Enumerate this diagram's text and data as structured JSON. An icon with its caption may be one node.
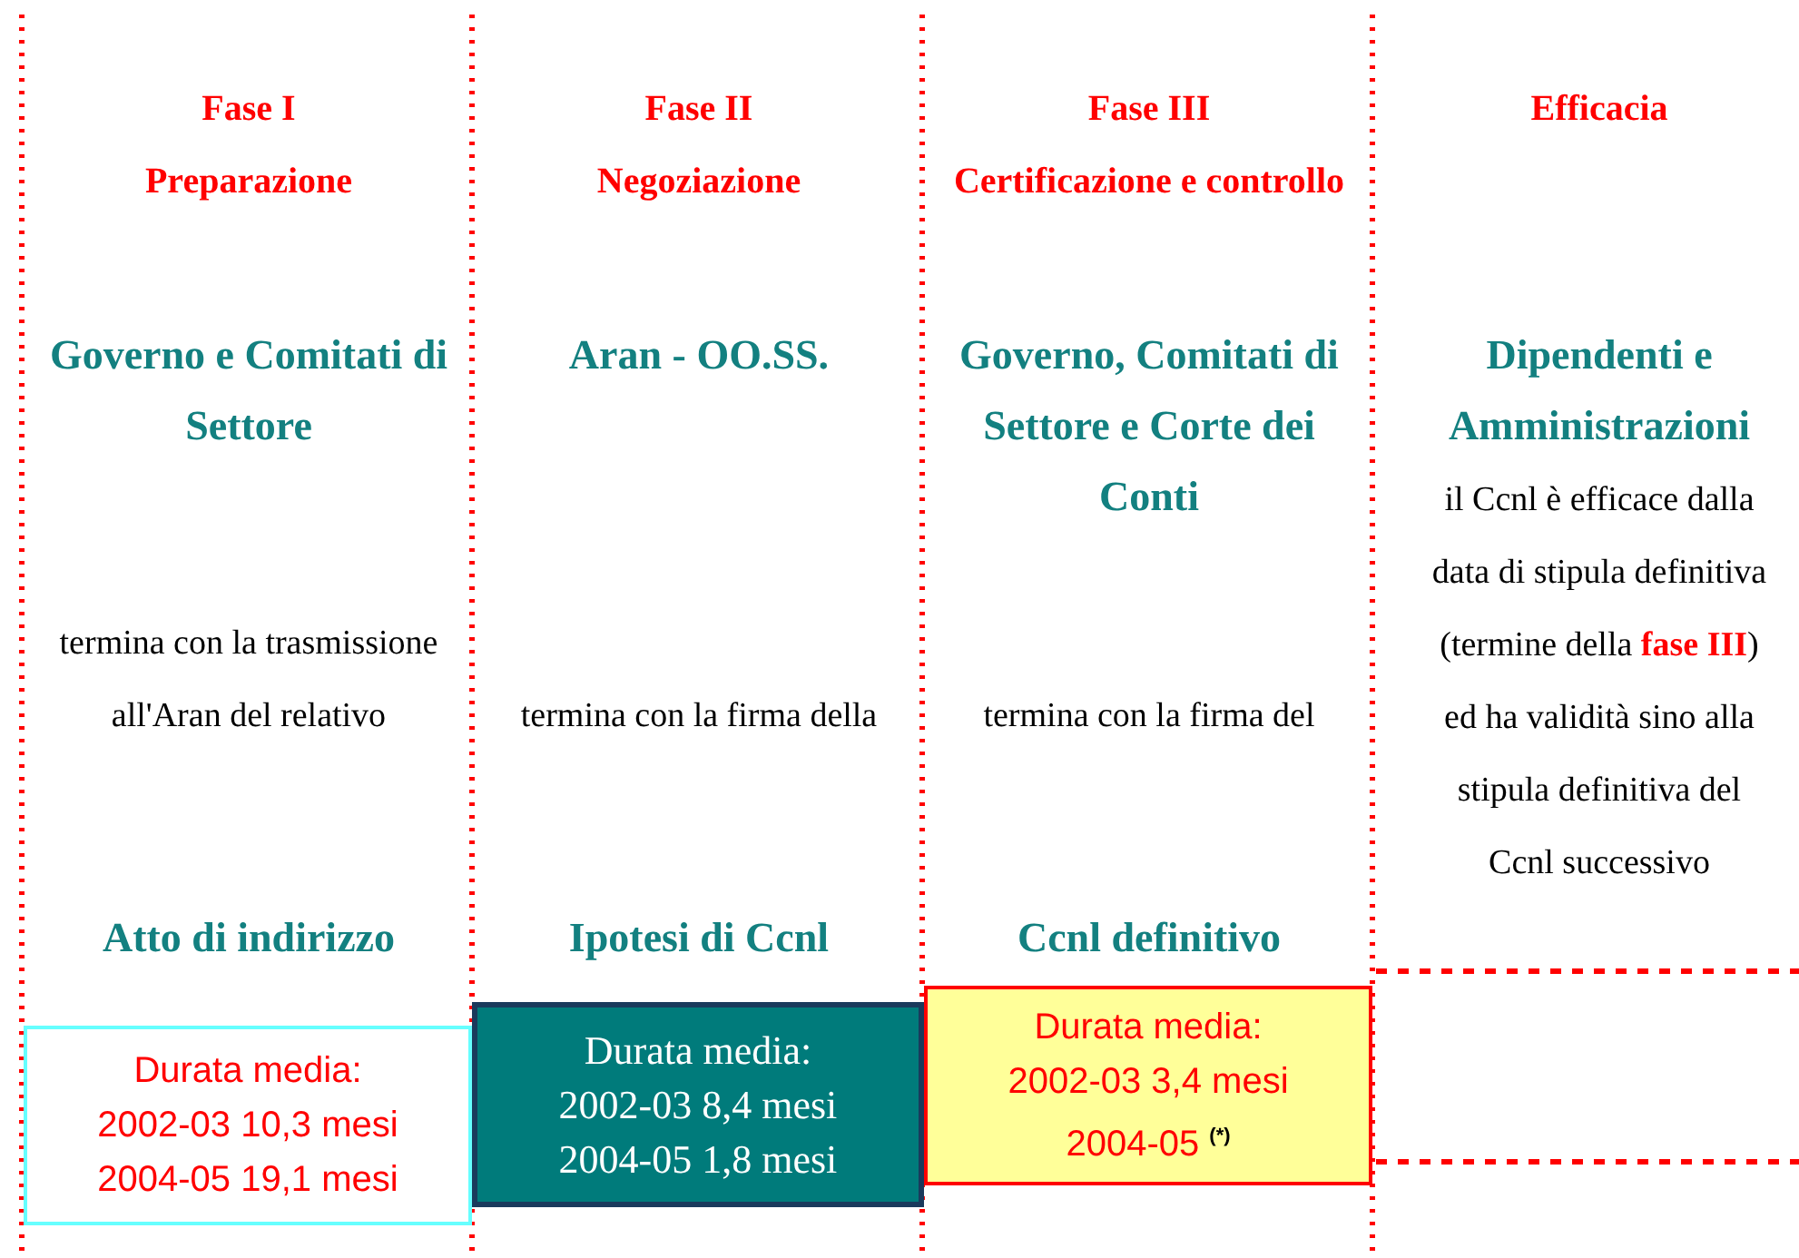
{
  "diagram": {
    "nodes": [
      {
        "text": [
          "Durata media:",
          "2002-03 10,3 mesi",
          "2004-05 19,1 mesi"
        ]
      },
      {
        "text": [
          "Durata media:",
          "2002-03 8,4 mesi",
          "2004-05 1,8 mesi"
        ]
      },
      {
        "text": [
          "Durata media:",
          "2002-03 3,4 mesi",
          "2004-05 $^{(*)}$"
        ]
      }
    ],
    "labels": [
      "Fase I",
      "Preparazione",
      "Governo e Comitati di Settore",
      "termina con la trasmissione all'Aran del relativo",
      "Atto di indirizzo",
      "Fase II",
      "Negoziazione",
      "Aran - OO.SS.",
      "termina con la firma della",
      "Ipotesi di Ccnl",
      "Fase III",
      "Certificazione e controllo",
      "Governo, Comitati di Settore e Corte dei Conti",
      "termina con la firma del",
      "Ccnl definitivo",
      "Efficacia",
      "Dipendenti e Amministrazioni",
      "il Ccnl è efficace dalla data di stipula definitiva (termine della **fase III**) ed ha validità sino alla stipula definitiva del Ccnl successivo"
    ]
  }
}
